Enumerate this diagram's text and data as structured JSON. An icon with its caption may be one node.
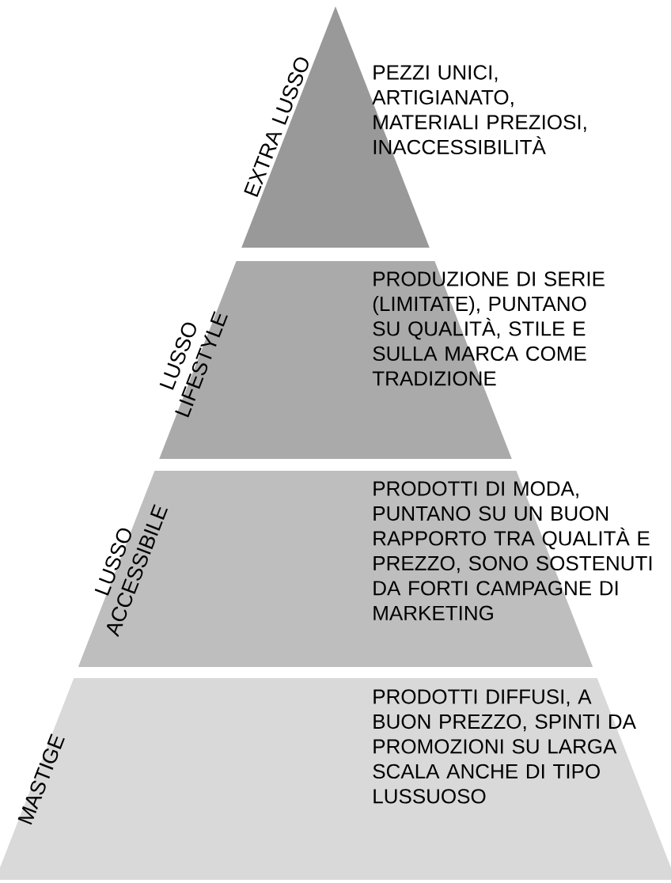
{
  "diagram": {
    "nodes": [
      {
        "text": [
          "EXTRA LUSSO",
          "PEZZI UNICI, ARTIGIANATO, MATERIALI PREZIOSI, INACCESSIBILITÀ"
        ]
      },
      {
        "text": [
          "LUSSO LIFESTYLE",
          "PRODUZIONE DI SERIE (LIMITATE), PUNTANO SU QUALITÀ, STILE E SULLA MARCA COME TRADIZIONE"
        ]
      },
      {
        "text": [
          "LUSSO ACCESSIBILE",
          "PRODOTTI DI MODA, PUNTANO SU UN BUON RAPPORTO TRA QUALITÀ E PREZZO, SONO SOSTENUTI DA FORTI CAMPAGNE DI MARKETING"
        ]
      },
      {
        "text": [
          "MASTIGE",
          "PRODOTTI DIFFUSI, A BUON PREZZO, SPINTI DA PROMOZIONI SU LARGA SCALA ANCHE DI TIPO LUSSUOSO"
        ]
      }
    ]
  }
}
